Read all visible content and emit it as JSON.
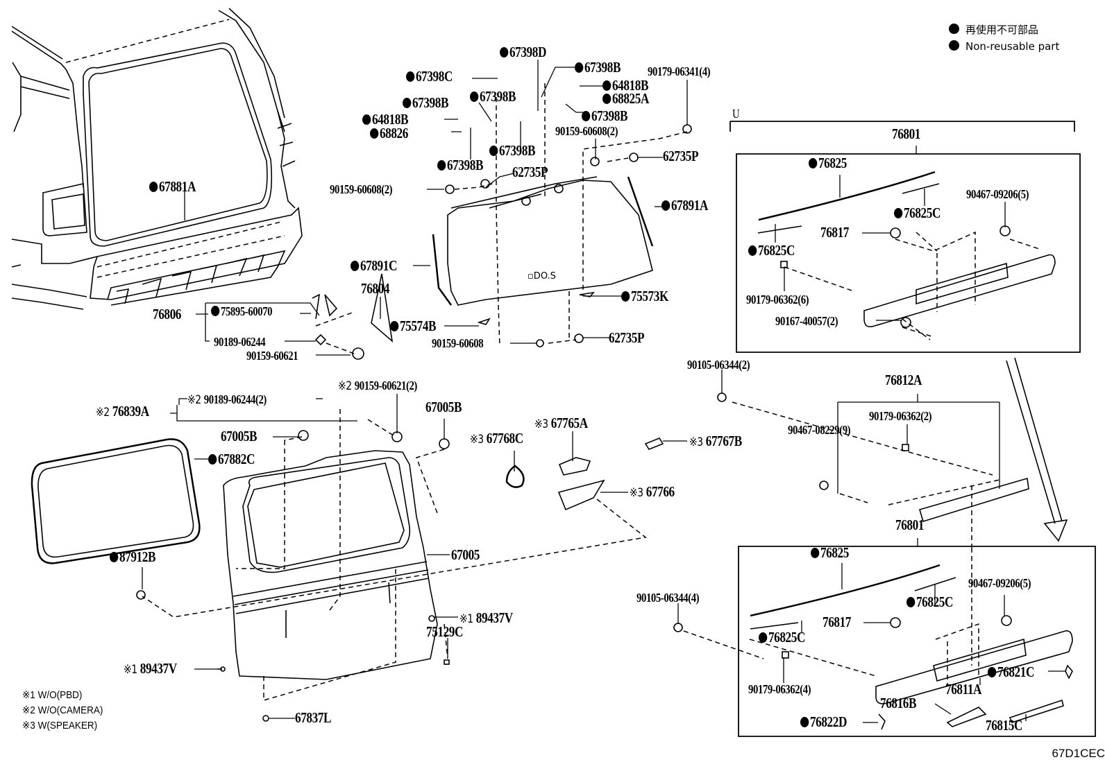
{
  "legend": {
    "items": [
      {
        "symbol": "filled-circle",
        "text": "再使用不可部品"
      },
      {
        "symbol": "filled-circle",
        "text": "Non-reusable part"
      }
    ]
  },
  "notes": [
    {
      "mark": "※1",
      "text": "W/O(PBD)"
    },
    {
      "mark": "※2",
      "text": "W/O(CAMERA)"
    },
    {
      "mark": "※3",
      "text": "W(SPEAKER)"
    }
  ],
  "diagram_code": "67D1CEC",
  "group_marker": "U",
  "labels": {
    "p67881A": {
      "text": "67881A",
      "nonreusable": true
    },
    "p67398D": {
      "text": "67398D",
      "nonreusable": true
    },
    "p67398C": {
      "text": "67398C",
      "nonreusable": true
    },
    "p67398B_1": {
      "text": "67398B",
      "nonreusable": true
    },
    "p67398B_2": {
      "text": "67398B",
      "nonreusable": true
    },
    "p67398B_3": {
      "text": "67398B",
      "nonreusable": true
    },
    "p67398B_4": {
      "text": "67398B",
      "nonreusable": true
    },
    "p67398B_5": {
      "text": "67398B",
      "nonreusable": true
    },
    "p67398B_6": {
      "text": "67398B",
      "nonreusable": true
    },
    "p64818B_1": {
      "text": "64818B",
      "nonreusable": true
    },
    "p64818B_2": {
      "text": "64818B",
      "nonreusable": true
    },
    "p68826": {
      "text": "68826",
      "nonreusable": true
    },
    "p68825A": {
      "text": "68825A",
      "nonreusable": true
    },
    "p90179_06341": {
      "text": "90179-06341(4)"
    },
    "p90159_60608_a": {
      "text": "90159-60608(2)"
    },
    "p90159_60608_b": {
      "text": "90159-60608(2)"
    },
    "p90159_60608_c": {
      "text": "90159-60608"
    },
    "p62735P_1": {
      "text": "62735P"
    },
    "p62735P_2": {
      "text": "62735P"
    },
    "p62735P_3": {
      "text": "62735P"
    },
    "p67891A": {
      "text": "67891A",
      "nonreusable": true
    },
    "p67891C": {
      "text": "67891C",
      "nonreusable": true
    },
    "p76804": {
      "text": "76804"
    },
    "p75574B": {
      "text": "75574B",
      "nonreusable": true
    },
    "p75573K": {
      "text": "75573K",
      "nonreusable": true
    },
    "p76806": {
      "text": "76806"
    },
    "p75895_60070": {
      "text": "75895-60070",
      "nonreusable": true
    },
    "p90189_06244": {
      "text": "90189-06244"
    },
    "p90159_60621": {
      "text": "90159-60621"
    },
    "p76839A": {
      "text": "76839A",
      "mark": "※2"
    },
    "p90189_06244_2": {
      "text": "90189-06244(2)",
      "mark": "※2"
    },
    "p90159_60621_2": {
      "text": "90159-60621(2)",
      "mark": "※2"
    },
    "p67005B_1": {
      "text": "67005B"
    },
    "p67005B_2": {
      "text": "67005B"
    },
    "p67882C": {
      "text": "67882C",
      "nonreusable": true
    },
    "p67768C": {
      "text": "67768C",
      "mark": "※3"
    },
    "p67765A": {
      "text": "67765A",
      "mark": "※3"
    },
    "p67767B": {
      "text": "67767B",
      "mark": "※3"
    },
    "p67766": {
      "text": "67766",
      "mark": "※3"
    },
    "p67005": {
      "text": "67005"
    },
    "p87912B": {
      "text": "87912B",
      "nonreusable": true
    },
    "p89437V_1": {
      "text": "89437V",
      "mark": "※1"
    },
    "p89437V_2": {
      "text": "89437V",
      "mark": "※1"
    },
    "p75129C": {
      "text": "75129C"
    },
    "p67837L": {
      "text": "67837L"
    },
    "p76801_top": {
      "text": "76801"
    },
    "p76825_top": {
      "text": "76825",
      "nonreusable": true
    },
    "p76825C_top1": {
      "text": "76825C",
      "nonreusable": true
    },
    "p76825C_top2": {
      "text": "76825C",
      "nonreusable": true
    },
    "p76817_top": {
      "text": "76817"
    },
    "p90467_09206_top": {
      "text": "90467-09206(5)"
    },
    "p90179_06362_6": {
      "text": "90179-06362(6)"
    },
    "p90167_40057": {
      "text": "90167-40057(2)"
    },
    "p90105_06344_2": {
      "text": "90105-06344(2)"
    },
    "p76812A": {
      "text": "76812A"
    },
    "p90179_06362_2": {
      "text": "90179-06362(2)"
    },
    "p90467_08229": {
      "text": "90467-08229(9)"
    },
    "p76801_bot": {
      "text": "76801"
    },
    "p76825_bot": {
      "text": "76825",
      "nonreusable": true
    },
    "p76825C_bot1": {
      "text": "76825C",
      "nonreusable": true
    },
    "p76825C_bot2": {
      "text": "76825C",
      "nonreusable": true
    },
    "p76817_bot": {
      "text": "76817"
    },
    "p90467_09206_bot": {
      "text": "90467-09206(5)"
    },
    "p90105_06344_4": {
      "text": "90105-06344(4)"
    },
    "p90179_06362_4": {
      "text": "90179-06362(4)"
    },
    "p76821C": {
      "text": "76821C",
      "nonreusable": true
    },
    "p76811A": {
      "text": "76811A"
    },
    "p76816B": {
      "text": "76816B"
    },
    "p76822D": {
      "text": "76822D",
      "nonreusable": true
    },
    "p76815C": {
      "text": "76815C"
    }
  }
}
